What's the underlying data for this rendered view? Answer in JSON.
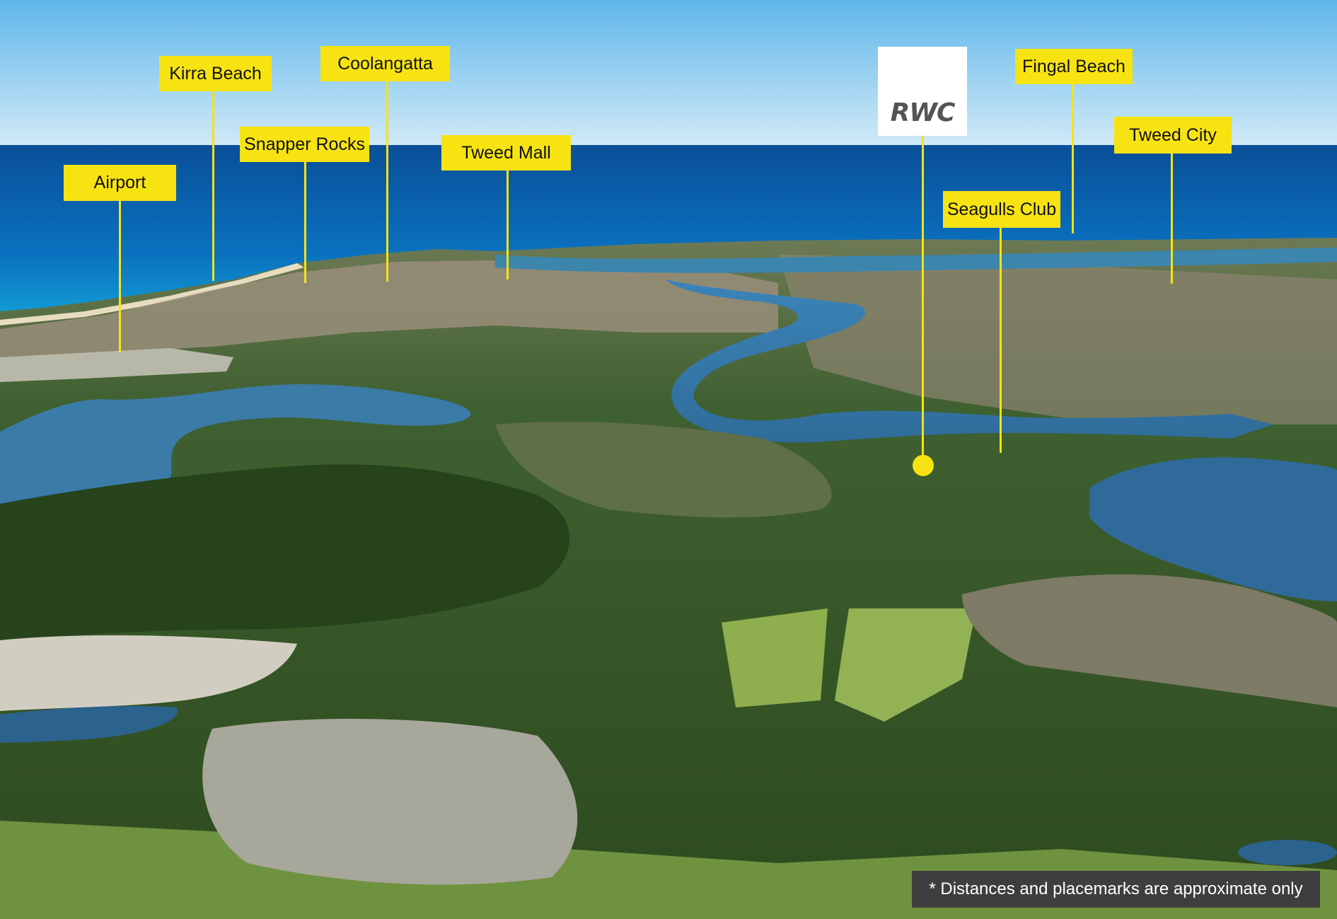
{
  "logo": {
    "text": "RWC"
  },
  "labels": {
    "airport": "Airport",
    "kirra_beach": "Kirra Beach",
    "snapper_rocks": "Snapper Rocks",
    "coolangatta": "Coolangatta",
    "tweed_mall": "Tweed Mall",
    "fingal_beach": "Fingal Beach",
    "tweed_city": "Tweed City",
    "seagulls_club": "Seagulls Club"
  },
  "disclaimer": "* Distances and placemarks are approximate only",
  "colors": {
    "label_background": "#f7e312",
    "label_text": "#111111",
    "disclaimer_background": "#3e3e3e",
    "logo_background": "#ffffff",
    "logo_text": "#545454"
  }
}
